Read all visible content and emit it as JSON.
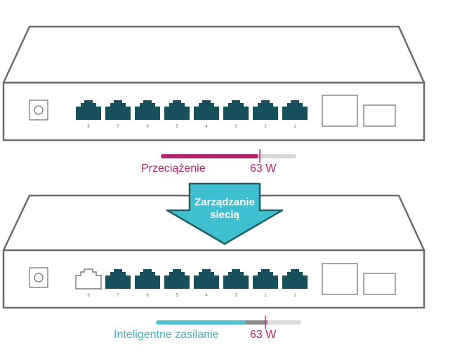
{
  "top_switch": {
    "ports": [
      "8",
      "7",
      "6",
      "5",
      "4",
      "3",
      "2",
      "1"
    ],
    "power_bar": {
      "label": "Przeciążenie",
      "value_text": "63 W",
      "fill_fraction": 0.72,
      "color": "#b5246e",
      "track_color": "#d9d9d9"
    }
  },
  "arrow": {
    "line1": "Zarządzanie",
    "line2": "siecią",
    "color": "#3fc0d0"
  },
  "bottom_switch": {
    "ports": [
      "8",
      "7",
      "6",
      "5",
      "4",
      "3",
      "2",
      "1"
    ],
    "disabled_port": "8",
    "power_bar": {
      "label": "Inteligentne zasilanie",
      "value_text": "63 W",
      "fill_fraction": 0.62,
      "color": "#4dc4cc",
      "track_color": "#d9d9d9",
      "freed_color": "#8c8c8c"
    }
  },
  "colors": {
    "port": "#16505a",
    "outline": "#6b6b6b",
    "device_fill": "#ffffff"
  }
}
